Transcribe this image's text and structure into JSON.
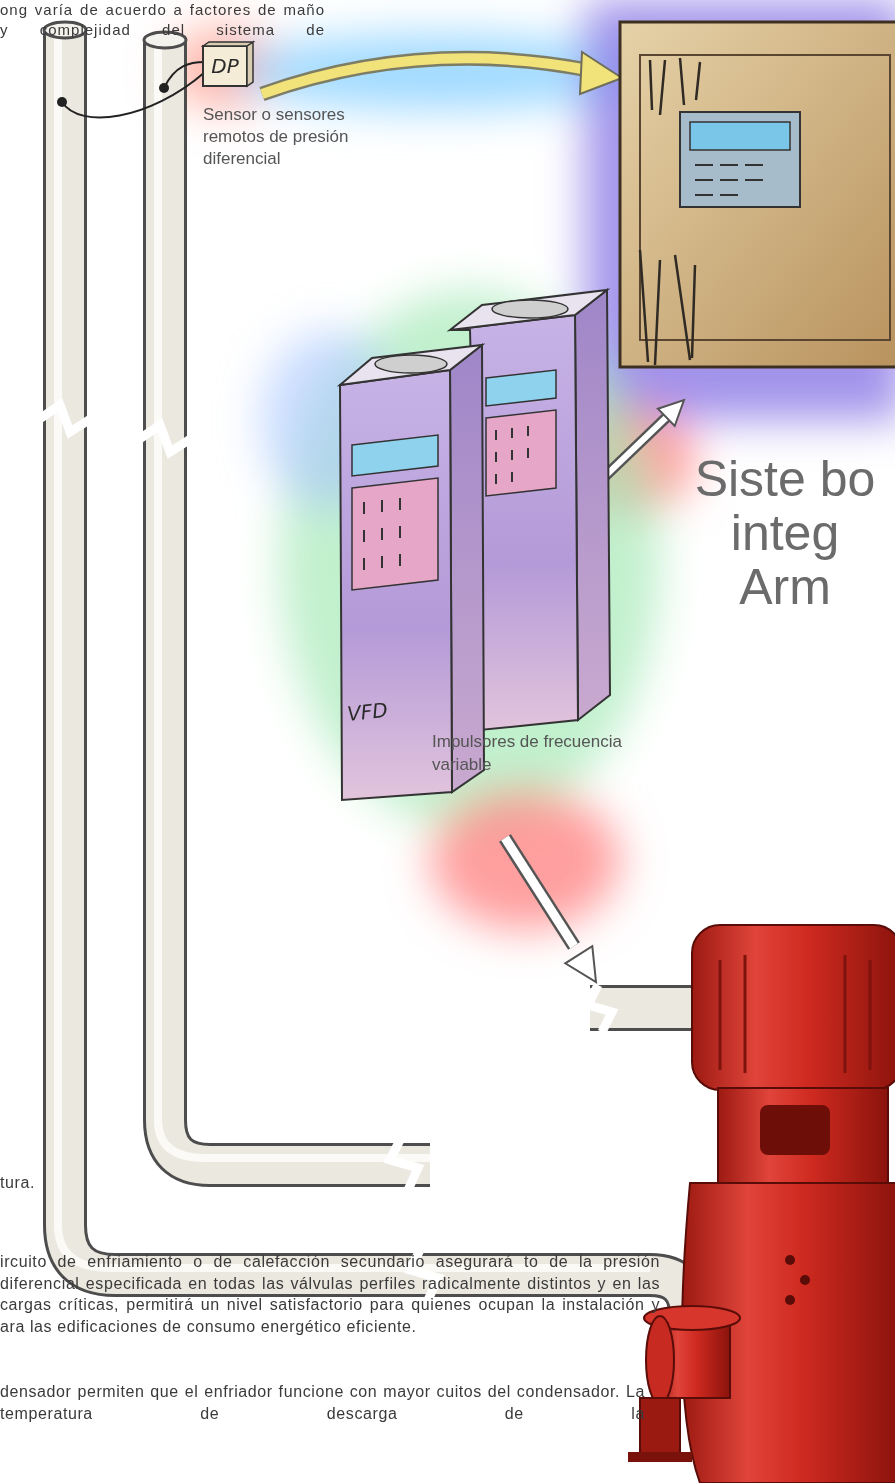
{
  "diagram": {
    "title": "Siste bo integ Arm",
    "nodes": [
      {
        "text": [
          "DP",
          "Sensor o sensores remotos de presión diferencial"
        ]
      },
      {
        "text": [
          "VFD",
          "Impulsores de frecuencia variable"
        ]
      }
    ],
    "labels": [
      "ong varía de acuerdo a factores de maño y complejidad del sistema de",
      "tura.",
      "ircuito de enfriamiento o de calefacción secundario asegurará to de la presión diferencial especificada en todas las válvulas perfiles radicalmente distintos y en las cargas críticas, permitirá un nivel satisfactorio para quienes ocupan la instalación y ara las edificaciones de consumo energético eficiente.",
      "densador permiten que el enfriador funcione con mayor cuitos del condensador. La temperatura de descarga de la"
    ]
  }
}
